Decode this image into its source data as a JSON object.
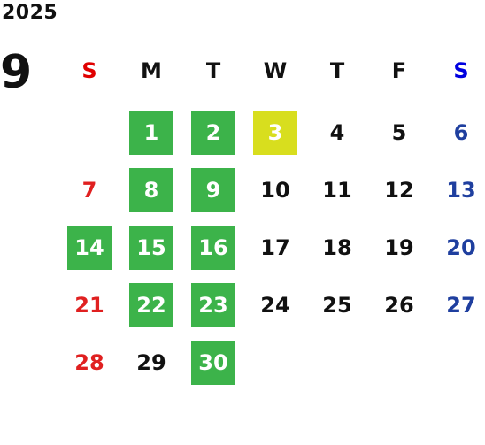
{
  "calendar": {
    "year": "2025",
    "month": "9",
    "weekdays": [
      "S",
      "M",
      "T",
      "W",
      "T",
      "F",
      "S"
    ],
    "first_weekday_index": 1,
    "days_in_month": 30,
    "colors": {
      "sunday": "#e02020",
      "saturday": "#1f3f9f",
      "weekday": "#111111",
      "marked_background": "#3cb34a",
      "marked_text": "#ffffff",
      "today_background": "#d8de1e",
      "today_text": "#ffffff",
      "header_sunday": "#e00000",
      "header_saturday": "#0000e0",
      "header_weekday": "#111111"
    },
    "marked_days": [
      1,
      2,
      8,
      9,
      14,
      15,
      16,
      22,
      23,
      30
    ],
    "today": 3
  }
}
